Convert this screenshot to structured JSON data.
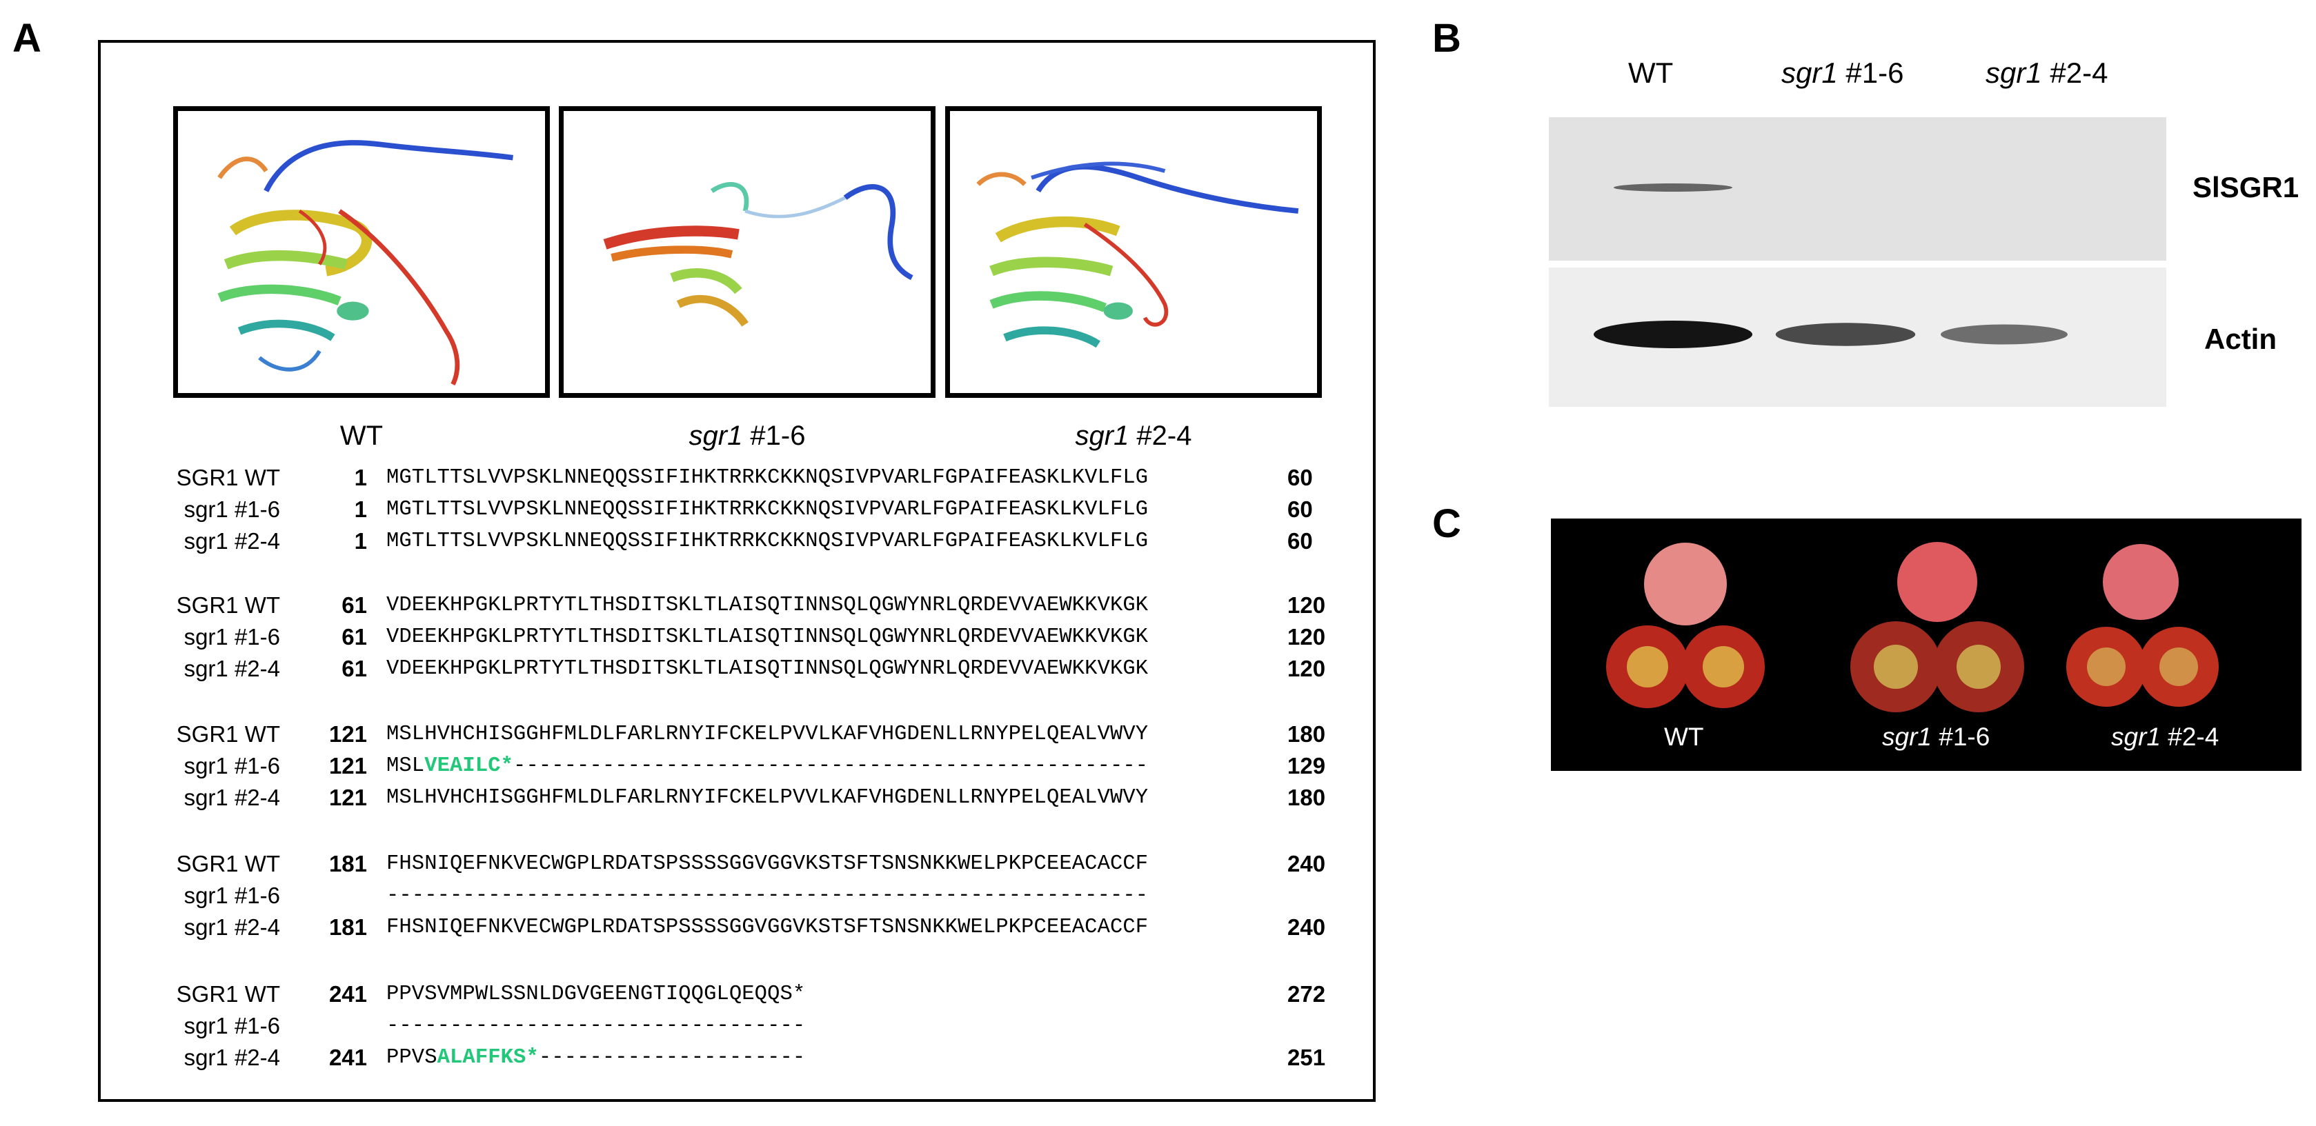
{
  "panel_labels": {
    "a": "A",
    "b": "B",
    "c": "C"
  },
  "structures": {
    "labels": [
      {
        "name": "",
        "italic": "",
        "suffix": "WT"
      },
      {
        "name": "",
        "italic": "sgr1",
        "suffix": " #1-6"
      },
      {
        "name": "",
        "italic": "sgr1",
        "suffix": " #2-4"
      }
    ]
  },
  "alignment": {
    "mutation_color": "#22c77a",
    "blocks": [
      {
        "rows": [
          {
            "name": "SGR1 WT",
            "start": "1",
            "seq": "MGTLTTSLVVPSKLNNEQQSSIFIHKTRRKCKKNQSIVPVARLFGPAIFEASKLKVLFLG",
            "mut": "",
            "gap": "",
            "end": "60"
          },
          {
            "name": "sgr1 #1-6",
            "start": "1",
            "seq": "MGTLTTSLVVPSKLNNEQQSSIFIHKTRRKCKKNQSIVPVARLFGPAIFEASKLKVLFLG",
            "mut": "",
            "gap": "",
            "end": "60"
          },
          {
            "name": "sgr1 #2-4",
            "start": "1",
            "seq": "MGTLTTSLVVPSKLNNEQQSSIFIHKTRRKCKKNQSIVPVARLFGPAIFEASKLKVLFLG",
            "mut": "",
            "gap": "",
            "end": "60"
          }
        ]
      },
      {
        "rows": [
          {
            "name": "SGR1 WT",
            "start": "61",
            "seq": "VDEEKHPGKLPRTYTLTHSDITSKLTLAISQTINNSQLQGWYNRLQRDEVVAEWKKVKGK",
            "mut": "",
            "gap": "",
            "end": "120"
          },
          {
            "name": "sgr1 #1-6",
            "start": "61",
            "seq": "VDEEKHPGKLPRTYTLTHSDITSKLTLAISQTINNSQLQGWYNRLQRDEVVAEWKKVKGK",
            "mut": "",
            "gap": "",
            "end": "120"
          },
          {
            "name": "sgr1 #2-4",
            "start": "61",
            "seq": "VDEEKHPGKLPRTYTLTHSDITSKLTLAISQTINNSQLQGWYNRLQRDEVVAEWKKVKGK",
            "mut": "",
            "gap": "",
            "end": "120"
          }
        ]
      },
      {
        "rows": [
          {
            "name": "SGR1 WT",
            "start": "121",
            "seq": "MSLHVHCHISGGHFMLDLFARLRNYIFCKELPVVLKAFVHGDENLLRNYPELQEALVWVY",
            "mut": "",
            "gap": "",
            "end": "180"
          },
          {
            "name": "sgr1 #1-6",
            "start": "121",
            "seq": "MSL",
            "mut": "VEAILC*",
            "gap": "--------------------------------------------------",
            "end": "129"
          },
          {
            "name": "sgr1 #2-4",
            "start": "121",
            "seq": "MSLHVHCHISGGHFMLDLFARLRNYIFCKELPVVLKAFVHGDENLLRNYPELQEALVWVY",
            "mut": "",
            "gap": "",
            "end": "180"
          }
        ]
      },
      {
        "rows": [
          {
            "name": "SGR1 WT",
            "start": "181",
            "seq": "FHSNIQEFNKVECWGPLRDATSPSSSSGGVGGVKSTSFTSNSNKKWELPKPCEEACACCF",
            "mut": "",
            "gap": "",
            "end": "240"
          },
          {
            "name": "sgr1 #1-6",
            "start": "",
            "seq": "",
            "mut": "",
            "gap": "------------------------------------------------------------",
            "end": ""
          },
          {
            "name": "sgr1 #2-4",
            "start": "181",
            "seq": "FHSNIQEFNKVECWGPLRDATSPSSSSGGVGGVKSTSFTSNSNKKWELPKPCEEACACCF",
            "mut": "",
            "gap": "",
            "end": "240"
          }
        ]
      },
      {
        "rows": [
          {
            "name": "SGR1 WT",
            "start": "241",
            "seq": "PPVSVMPWLSSNLDGVGEENGTIQQGLQEQQS*",
            "mut": "",
            "gap": "",
            "end": "272"
          },
          {
            "name": "sgr1 #1-6",
            "start": "",
            "seq": "",
            "mut": "",
            "gap": "---------------------------------",
            "end": ""
          },
          {
            "name": "sgr1 #2-4",
            "start": "241",
            "seq": "PPVS",
            "mut": "ALAFFKS*",
            "gap": "---------------------",
            "end": "251"
          }
        ]
      }
    ]
  },
  "blot": {
    "lanes": [
      {
        "italic": "",
        "suffix": "WT"
      },
      {
        "italic": "sgr1",
        "suffix": " #1-6"
      },
      {
        "italic": "sgr1",
        "suffix": " #2-4"
      }
    ],
    "bands": [
      {
        "label": "SlSGR1",
        "relative_intensity": [
          0.55,
          0,
          0
        ]
      },
      {
        "label": "Actin",
        "relative_intensity": [
          1.0,
          0.7,
          0.5
        ]
      }
    ]
  },
  "photo": {
    "labels": [
      {
        "italic": "",
        "suffix": "WT"
      },
      {
        "italic": "sgr1",
        "suffix": " #1-6"
      },
      {
        "italic": "sgr1",
        "suffix": " #2-4"
      }
    ]
  }
}
